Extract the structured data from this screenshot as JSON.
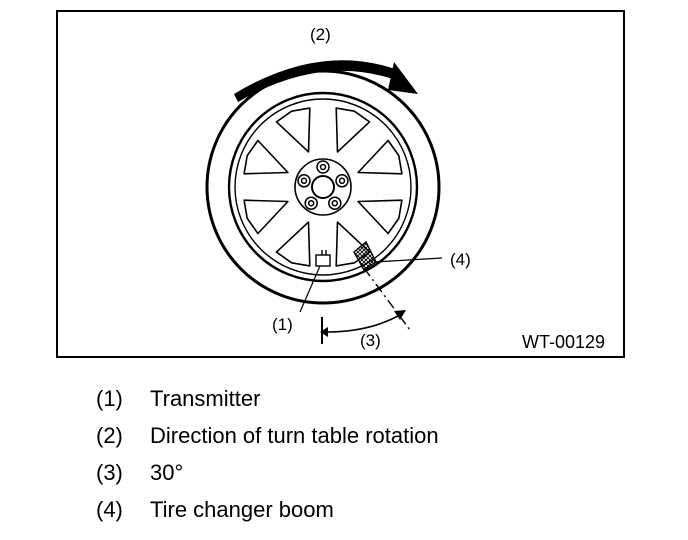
{
  "figure": {
    "figure_id": "WT-00129",
    "callouts": {
      "transmitter": "(1)",
      "rotation": "(2)",
      "angle": "(3)",
      "boom": "(4)"
    }
  },
  "legend": [
    {
      "num": "(1)",
      "text": "Transmitter"
    },
    {
      "num": "(2)",
      "text": "Direction of turn table rotation"
    },
    {
      "num": "(3)",
      "text": "30°"
    },
    {
      "num": "(4)",
      "text": "Tire changer boom"
    }
  ]
}
